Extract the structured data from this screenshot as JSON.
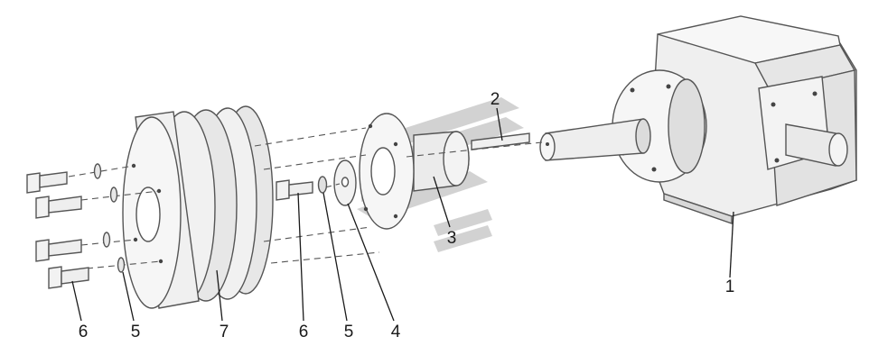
{
  "callouts": [
    {
      "id": "p1",
      "text": "1"
    },
    {
      "id": "p2",
      "text": "2"
    },
    {
      "id": "p3",
      "text": "3"
    },
    {
      "id": "p4",
      "text": "4"
    },
    {
      "id": "p5a",
      "text": "5"
    },
    {
      "id": "p6a",
      "text": "6"
    },
    {
      "id": "p7",
      "text": "7"
    },
    {
      "id": "p6b",
      "text": "6"
    },
    {
      "id": "p5b",
      "text": "5"
    }
  ],
  "colors": {
    "part_fill": "#f1f1f1",
    "part_shade": "#d8d8d8",
    "line": "#555555",
    "watermark": "#9c9c9c"
  }
}
